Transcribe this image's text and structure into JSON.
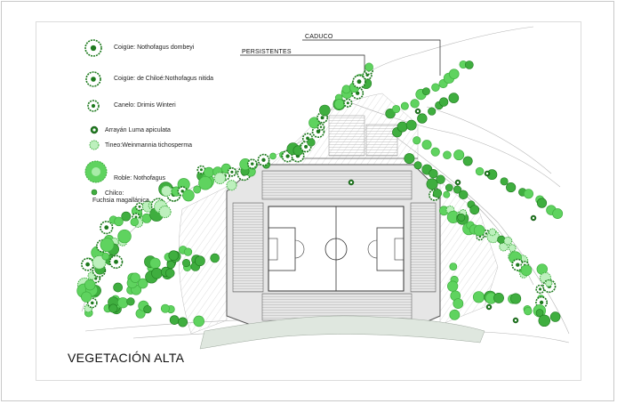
{
  "title": "VEGETACIÓN ALTA",
  "callouts": {
    "deciduous": "CADUCO",
    "evergreen": "PERSISTENTES"
  },
  "legend": [
    {
      "label": "Coigüe: Nothofagus dombeyi",
      "icon": "ring-tree",
      "color": "#2f8f2f"
    },
    {
      "label": "Coigüe: de Chiloé:Nothofagus nitida",
      "icon": "ring-tree",
      "color": "#2f8f2f"
    },
    {
      "label": "Canelo: Drimis Winteri",
      "icon": "ring-tree",
      "color": "#2f8f2f"
    },
    {
      "label": "Arrayán  Luma apiculata",
      "icon": "dark-cluster",
      "color": "#1f6b1f"
    },
    {
      "label": "Tineo:Weinmannia tichosperma",
      "icon": "star-tree",
      "color": "#4caf4c"
    },
    {
      "label": "Roble: Nothofagus",
      "icon": "large-tree",
      "color": "#4cc24c"
    },
    {
      "label": "Chilco:",
      "label2": "Fuchsia magallánica",
      "icon": "small-dot",
      "color": "#3d9a3d"
    }
  ],
  "colors": {
    "tree_light": "#5fd35f",
    "tree_mid": "#3fae3f",
    "tree_dark": "#1e7a1e",
    "pitch": "#ffffff",
    "stand": "#b8b8b8",
    "terrain_line": "#b0b0b0"
  }
}
